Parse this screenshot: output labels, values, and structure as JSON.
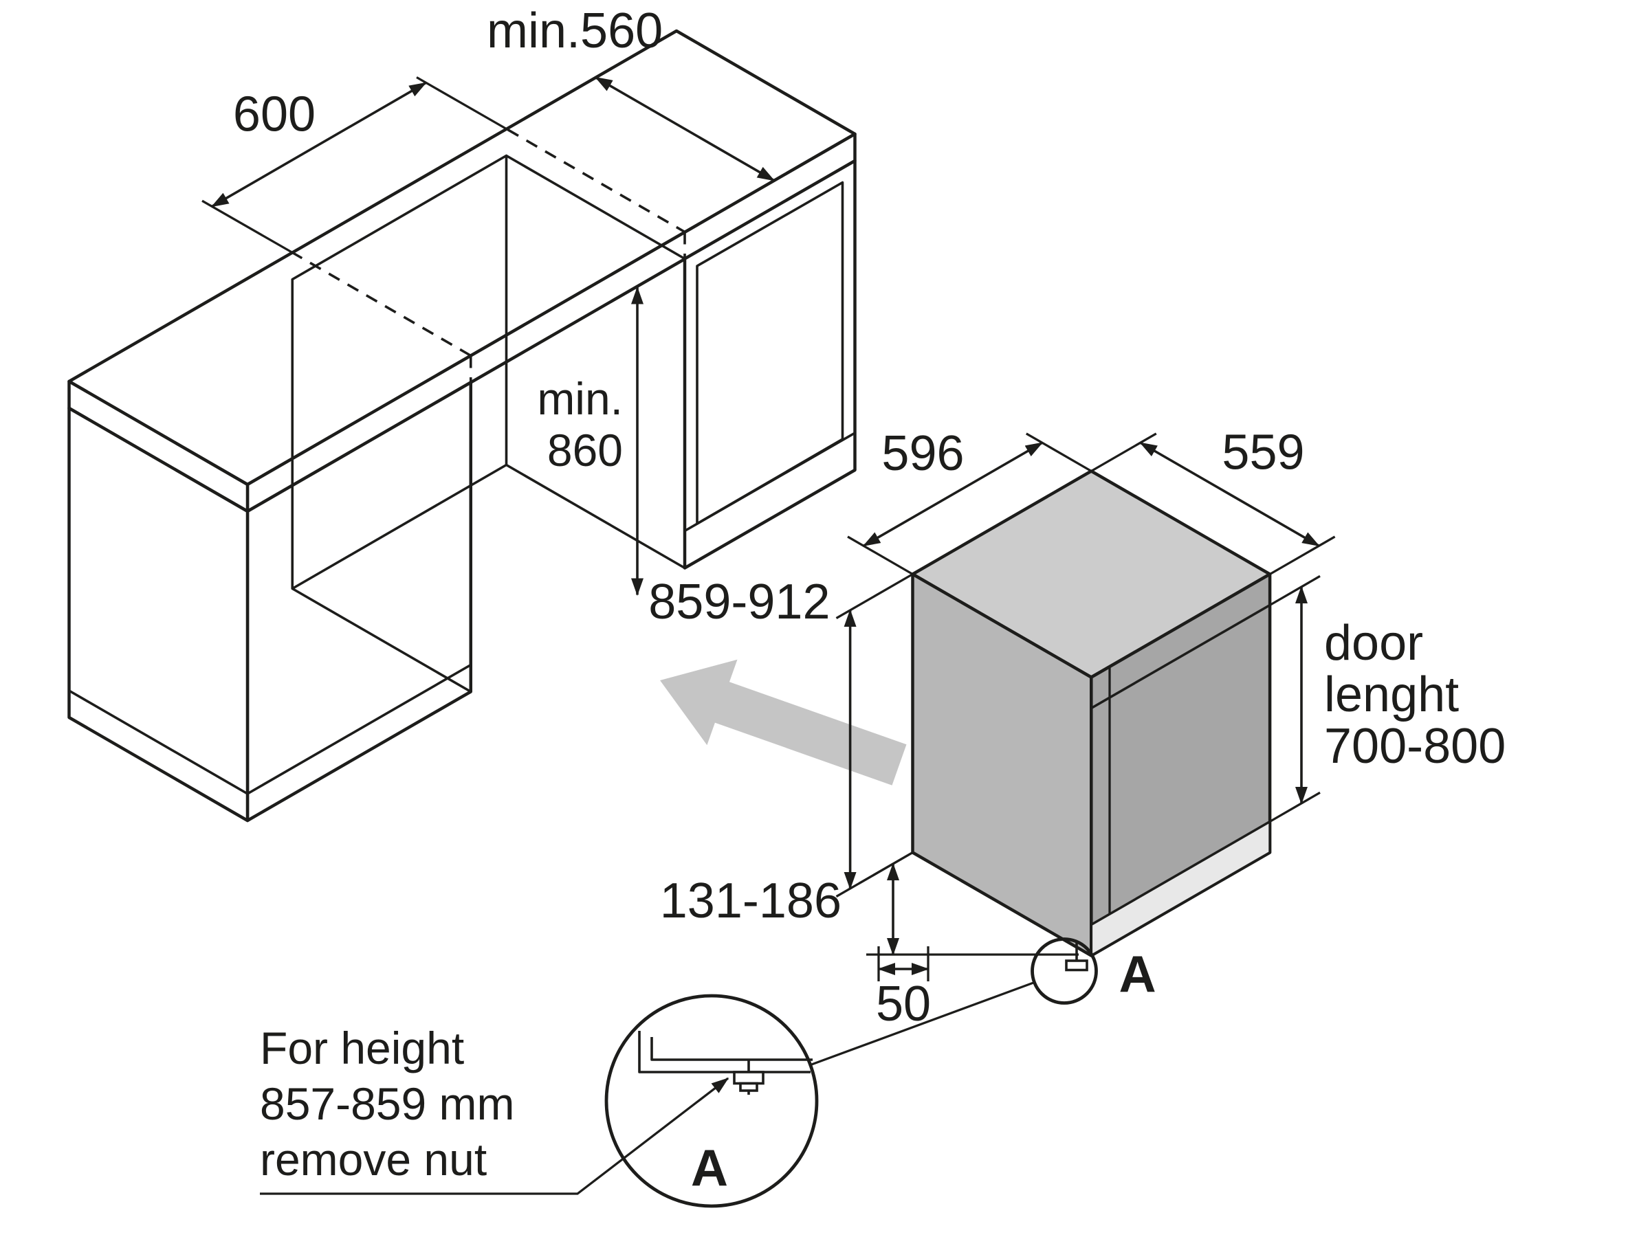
{
  "colors": {
    "bg": "#ffffff",
    "line": "#1d1d1b",
    "dwTop": "#cccccc",
    "dwSide": "#b7b7b7",
    "dwFront": "#a6a6a6",
    "dwKick": "#e8e8e8",
    "arrow": "#c5c5c5"
  },
  "cabinet": {
    "niche_width": "600",
    "niche_depth": "min.560",
    "niche_height_line1": "min.",
    "niche_height_line2": "860"
  },
  "dishwasher": {
    "width": "596",
    "depth": "559",
    "height": "859-912",
    "foot_height": "131-186",
    "foot_offset": "50",
    "door_line1": "door",
    "door_line2": "lenght",
    "door_line3": "700-800",
    "detail_ref": "A"
  },
  "detail": {
    "label": "A",
    "note_line1": "For height",
    "note_line2": "857-859 mm",
    "note_line3": "remove nut"
  }
}
